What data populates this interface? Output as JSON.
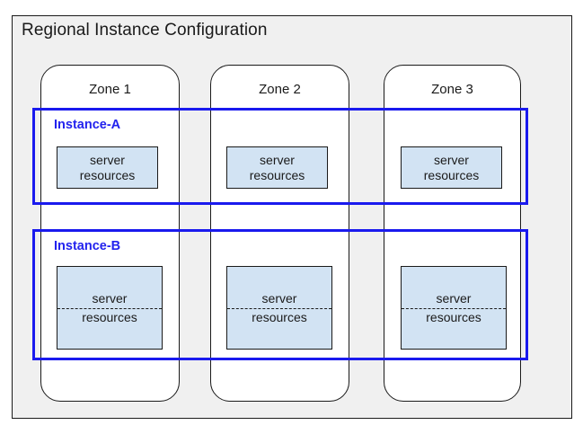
{
  "diagram": {
    "title": "Regional Instance Configuration",
    "background_color": "#f0f0f0",
    "border_color": "#1a1a1a",
    "accent_color": "#2222ee",
    "resource_fill_color": "#d2e3f3"
  },
  "zones": [
    {
      "label": "Zone 1"
    },
    {
      "label": "Zone 2"
    },
    {
      "label": "Zone 3"
    }
  ],
  "instances": [
    {
      "label": "Instance-A",
      "divided": false,
      "resources": [
        {
          "line1": "server",
          "line2": "resources"
        },
        {
          "line1": "server",
          "line2": "resources"
        },
        {
          "line1": "server",
          "line2": "resources"
        }
      ]
    },
    {
      "label": "Instance-B",
      "divided": true,
      "resources": [
        {
          "line1": "server",
          "line2": "resources"
        },
        {
          "line1": "server",
          "line2": "resources"
        },
        {
          "line1": "server",
          "line2": "resources"
        }
      ]
    }
  ]
}
